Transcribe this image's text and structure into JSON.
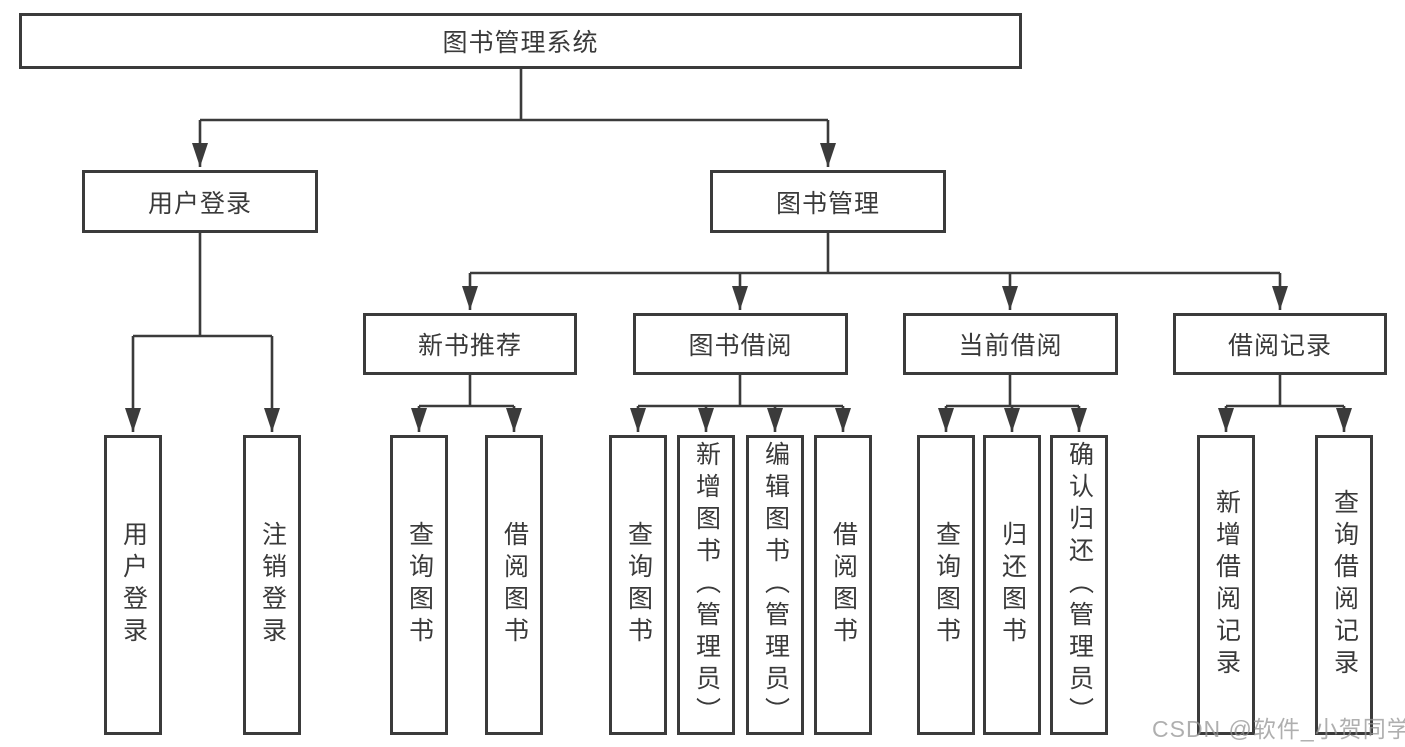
{
  "diagram": {
    "tree": {
      "label": "图书管理系统",
      "children": [
        {
          "label": "用户登录",
          "children": [
            {
              "label": "用户登录"
            },
            {
              "label": "注销登录"
            }
          ]
        },
        {
          "label": "图书管理",
          "children": [
            {
              "label": "新书推荐",
              "children": [
                {
                  "label": "查询图书"
                },
                {
                  "label": "借阅图书"
                }
              ]
            },
            {
              "label": "图书借阅",
              "children": [
                {
                  "label": "查询图书"
                },
                {
                  "label": "新增图书（管理员）"
                },
                {
                  "label": "编辑图书（管理员）"
                },
                {
                  "label": "借阅图书"
                }
              ]
            },
            {
              "label": "当前借阅",
              "children": [
                {
                  "label": "查询图书"
                },
                {
                  "label": "归还图书"
                },
                {
                  "label": "确认归还（管理员）"
                }
              ]
            },
            {
              "label": "借阅记录",
              "children": [
                {
                  "label": "新增借阅记录"
                },
                {
                  "label": "查询借阅记录"
                }
              ]
            }
          ]
        }
      ]
    },
    "watermark": {
      "text": "CSDN @软件_小贺同学"
    },
    "colors": {
      "line": "#3b3b3b",
      "box_border": "#3b3b3b",
      "box_fill": "#ffffff",
      "text": "#3a3a3a",
      "watermark": "#949494",
      "background": "#ffffff"
    }
  }
}
